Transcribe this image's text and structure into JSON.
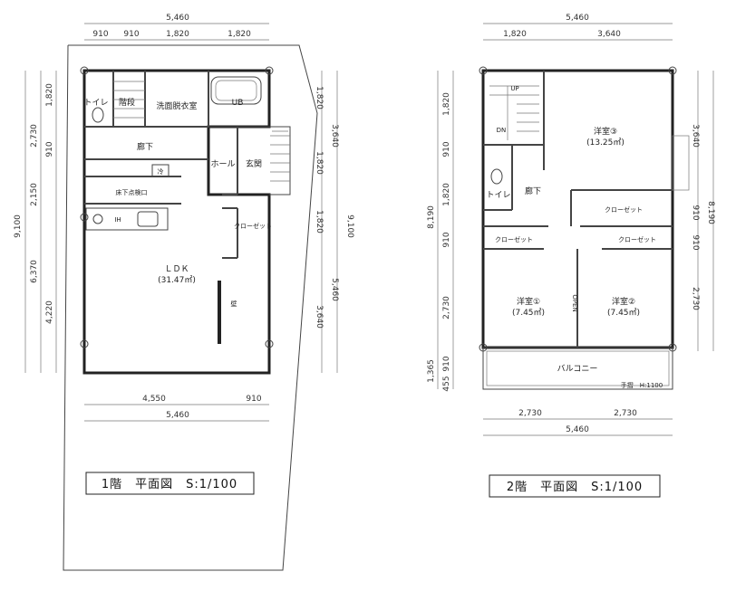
{
  "floor1": {
    "title": "1階　平面図　S:1/100",
    "dims_top_total": "5,460",
    "dims_top": [
      "910",
      "910",
      "1,820",
      "1,820"
    ],
    "dims_left_total": "9,100",
    "dims_left_a": [
      "1,820",
      "2,730",
      "910",
      "2,150"
    ],
    "dims_left_b": [
      "6,370",
      "4,220"
    ],
    "dims_right": [
      "1,820",
      "3,640",
      "1,820",
      "1,820",
      "5,460",
      "3,640"
    ],
    "dims_right_total": "9,100",
    "dims_bottom": [
      "4,550",
      "910"
    ],
    "dims_bottom_total": "5,460",
    "rooms": {
      "toilet": "トイレ",
      "stairs": "階段",
      "washroom": "洗面脱衣室",
      "bath": "UB",
      "corridor": "廊下",
      "hall": "ホール",
      "entrance": "玄関",
      "refrigerator": "冷",
      "underfloor": "床下点検口",
      "ih": "IH",
      "closet": "クローゼット",
      "ldk": "ＬＤＫ",
      "ldk_area": "(31.47㎡)",
      "wall_label": "壁"
    }
  },
  "floor2": {
    "title": "2階　平面図　S:1/100",
    "dims_top_total": "5,460",
    "dims_top": [
      "1,820",
      "3,640"
    ],
    "dims_left_total": "8,190",
    "dims_left": [
      "1,820",
      "910",
      "1,820",
      "910",
      "2,730"
    ],
    "dims_left_bottom": [
      "1,365",
      "910",
      "455"
    ],
    "dims_right": [
      "3,640",
      "910",
      "910",
      "2,730"
    ],
    "dims_right_total": "8,190",
    "dims_bottom": [
      "2,730",
      "2,730"
    ],
    "dims_bottom_total": "5,460",
    "rooms": {
      "stairs_up": "UP",
      "stairs_dn": "DN",
      "western3": "洋室③",
      "western3_area": "(13.25㎡)",
      "toilet": "トイレ",
      "corridor": "廊下",
      "closet_top": "クローゼット",
      "closet_left": "クローゼット",
      "closet_right": "クローゼット",
      "western1": "洋室①",
      "western1_area": "(7.45㎡)",
      "western2": "洋室②",
      "western2_area": "(7.45㎡)",
      "open": "OPEN",
      "balcony": "バルコニー",
      "handrail": "手摺　H:1100"
    }
  }
}
